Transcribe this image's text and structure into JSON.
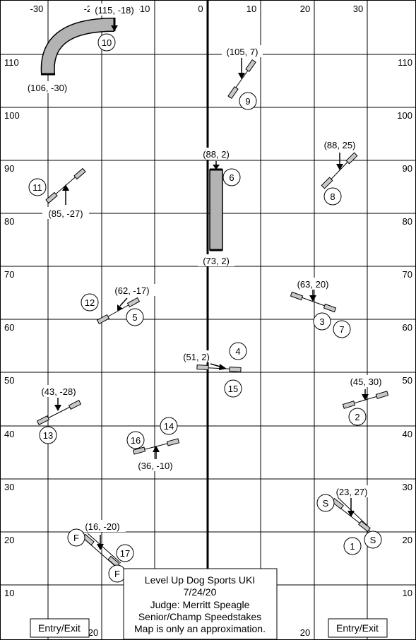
{
  "axes": {
    "x_top_labels": [
      "-30",
      "-20",
      "-10",
      "0",
      "10",
      "20",
      "30"
    ],
    "x_bottom_labels": [
      "20",
      "20"
    ],
    "y_labels": [
      "110",
      "100",
      "90",
      "80",
      "70",
      "60",
      "50",
      "40",
      "30",
      "20",
      "10"
    ]
  },
  "coordinate_labels": [
    "(115, -18)",
    "(106, -30)",
    "(105, 7)",
    "(88, 2)",
    "(88, 25)",
    "(85, -27)",
    "(73, 2)",
    "(62, -17)",
    "(63, 20)",
    "(51, 2)",
    "(45, 30)",
    "(43, -28)",
    "(36, -10)",
    "(23, 27)",
    "(16, -20)"
  ],
  "obstacle_numbers": [
    "10",
    "9",
    "6",
    "8",
    "11",
    "12",
    "5",
    "3",
    "7",
    "4",
    "15",
    "2",
    "13",
    "14",
    "16",
    "1",
    "17"
  ],
  "start_label": "S",
  "finish_label": "F",
  "info_box": {
    "line1": "Level Up Dog Sports UKI",
    "line2": "7/24/20",
    "line3": "Judge: Merritt Speagle",
    "line4": "Senior/Champ Speedstakes",
    "line5": "Map is only an approximation."
  },
  "entry_exit_label": "Entry/Exit",
  "colors": {
    "grid": "#000000",
    "tunnel_fill": "#b3b3b3",
    "jump_pole_fill": "#c8c8c8",
    "background": "#ffffff"
  }
}
